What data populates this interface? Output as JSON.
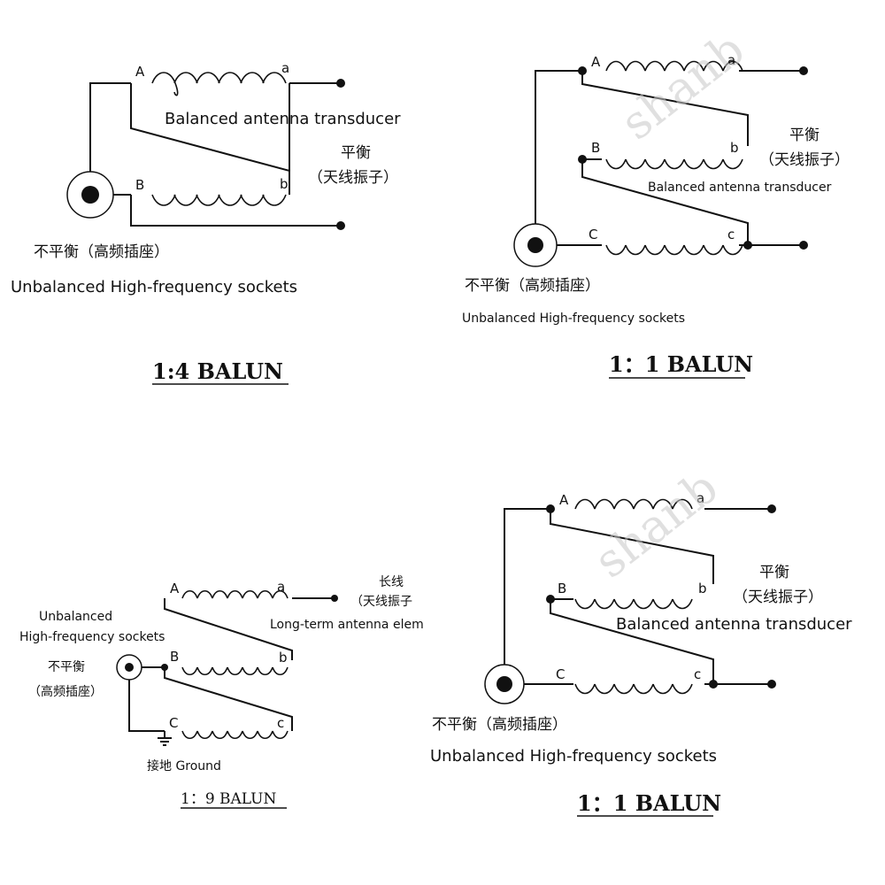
{
  "panel_1": {
    "title": "1:4 BALUN",
    "terminals": {
      "A": "A",
      "a": "a",
      "B": "B",
      "b": "b"
    },
    "balanced_en": "Balanced antenna transducer",
    "balanced_cn_1": "平衡",
    "balanced_cn_2": "（天线振子）",
    "unbalanced_cn": "不平衡（高频插座）",
    "unbalanced_en": "Unbalanced  High-frequency sockets"
  },
  "panel_2": {
    "title": "1：1 BALUN",
    "terminals": {
      "A": "A",
      "a": "a",
      "B": "B",
      "b": "b",
      "C": "C",
      "c": "c"
    },
    "balanced_en": "Balanced antenna transducer",
    "balanced_cn_1": "平衡",
    "balanced_cn_2": "（天线振子）",
    "unbalanced_cn": "不平衡（高频插座）",
    "unbalanced_en": "Unbalanced  High-frequency sockets"
  },
  "panel_3": {
    "title": "1：9 BALUN",
    "terminals": {
      "A": "A",
      "a": "a",
      "B": "B",
      "b": "b",
      "C": "C",
      "c": "c"
    },
    "longline_cn_1": "长线",
    "longline_cn_2": "（天线振子",
    "longline_en": "Long-term antenna elem",
    "unbalanced_en_1": "Unbalanced",
    "unbalanced_en_2": "High-frequency sockets",
    "unbalanced_cn_1": "不平衡",
    "unbalanced_cn_2": "（高频插座）",
    "ground": "接地  Ground"
  },
  "panel_4": {
    "title": "1：1 BALUN",
    "terminals": {
      "A": "A",
      "a": "a",
      "B": "B",
      "b": "b",
      "C": "C",
      "c": "c"
    },
    "balanced_cn_1": "平衡",
    "balanced_cn_2": "（天线振子）",
    "balanced_en": "Balanced antenna transducer",
    "unbalanced_cn": "不平衡（高频插座）",
    "unbalanced_en": "Unbalanced  High-frequency sockets"
  },
  "watermark": "shanb"
}
